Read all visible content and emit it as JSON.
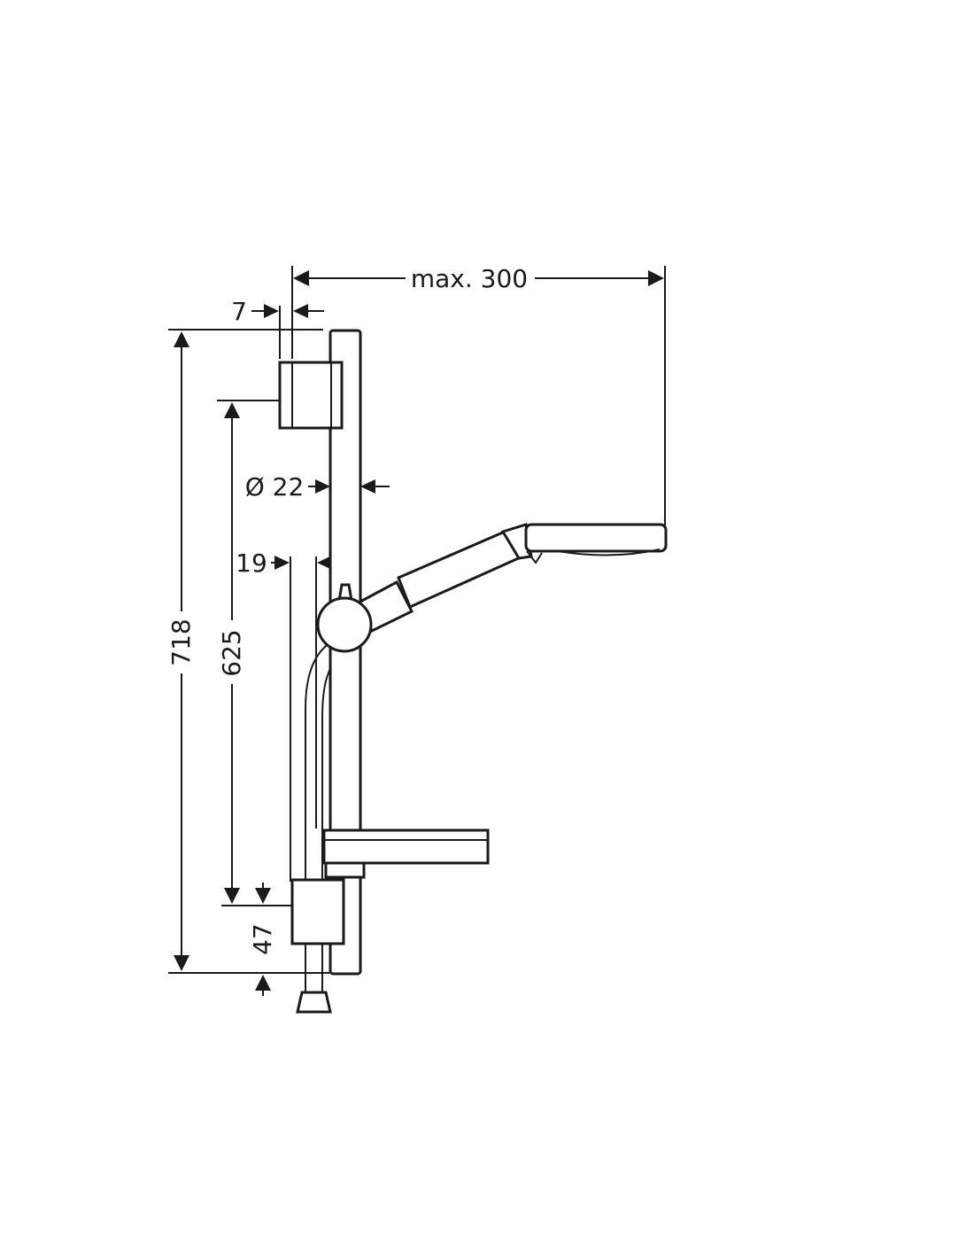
{
  "drawing": {
    "dimensions": {
      "max_reach": "max. 300",
      "wall_offset": "7",
      "rail_diameter": "Ø 22",
      "holder_offset": "19",
      "total_height": "718",
      "bracket_spacing": "625",
      "bottom_offset": "47"
    }
  }
}
